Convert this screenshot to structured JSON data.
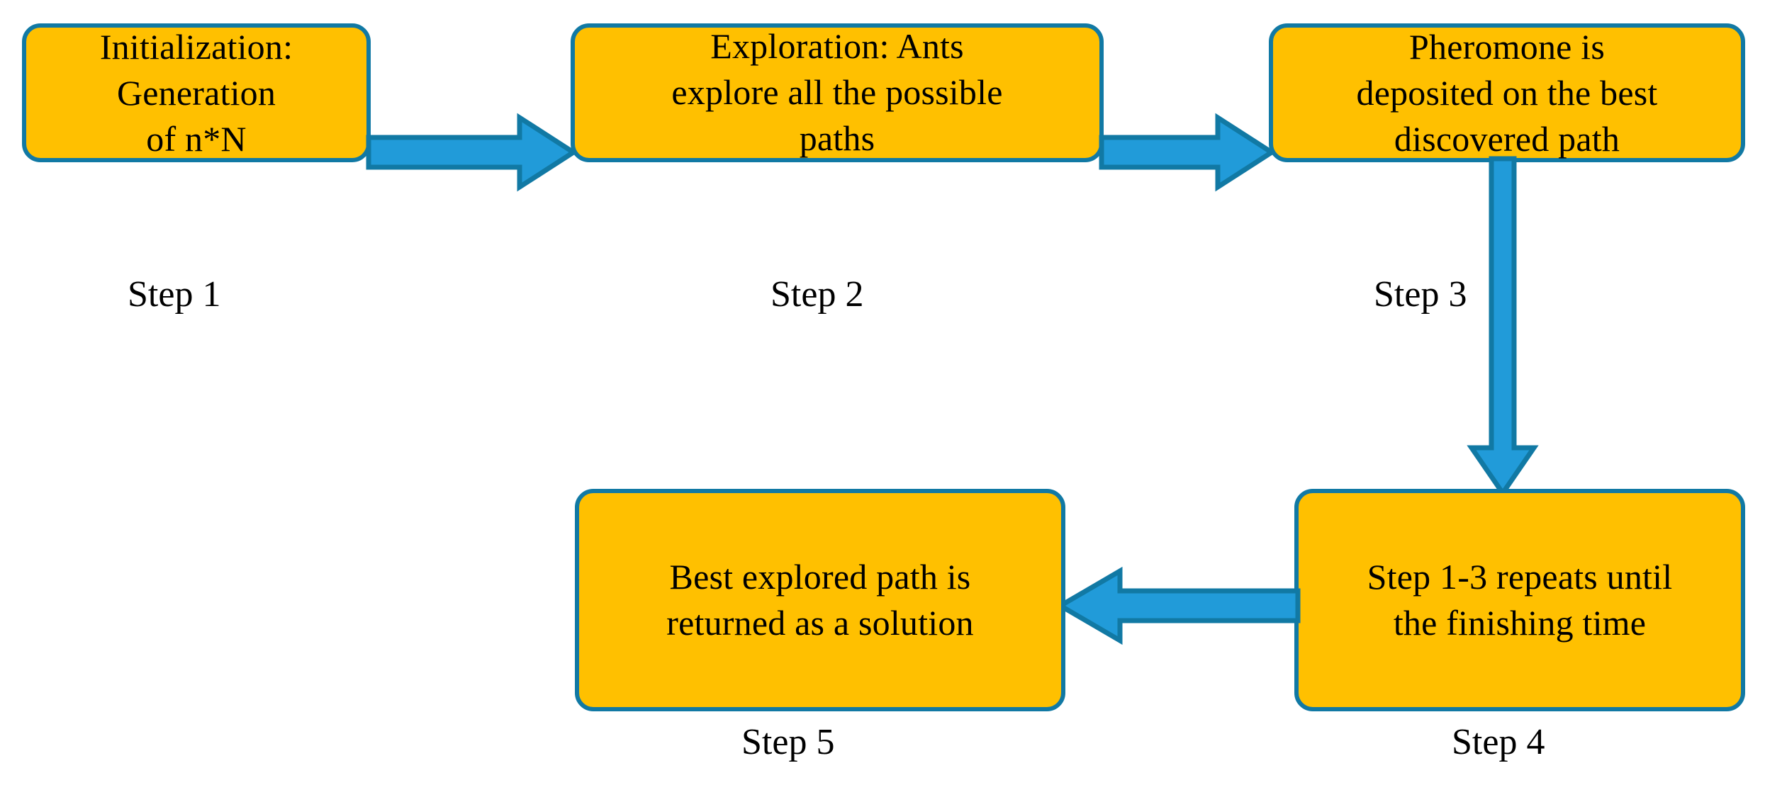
{
  "diagram": {
    "title": "Ant Colony Optimization process flowchart",
    "type": "flowchart",
    "orientation": "horizontal-snake",
    "colors": {
      "node_fill": "#ffc000",
      "node_border": "#1179a4",
      "arrow_fill": "#219bd9",
      "arrow_stroke": "#1179a4",
      "text": "#000000",
      "background": "#ffffff"
    },
    "nodes": [
      {
        "id": "step1",
        "text": "Initialization:\nGeneration\nof n*N",
        "caption": "Step 1"
      },
      {
        "id": "step2",
        "text": "Exploration: Ants\nexplore all the possible\npaths",
        "caption": "Step 2"
      },
      {
        "id": "step3",
        "text": "Pheromone is\ndeposited on the best\ndiscovered path",
        "caption": "Step 3"
      },
      {
        "id": "step4",
        "text": "Step 1-3 repeats until\nthe finishing time",
        "caption": "Step 4"
      },
      {
        "id": "step5",
        "text": "Best explored path is\nreturned as a solution",
        "caption": "Step 5"
      }
    ],
    "edges": [
      {
        "id": "e1",
        "from": "step1",
        "to": "step2",
        "direction": "right"
      },
      {
        "id": "e2",
        "from": "step2",
        "to": "step3",
        "direction": "right"
      },
      {
        "id": "e3",
        "from": "step3",
        "to": "step4",
        "direction": "down"
      },
      {
        "id": "e4",
        "from": "step4",
        "to": "step5",
        "direction": "left"
      }
    ]
  }
}
